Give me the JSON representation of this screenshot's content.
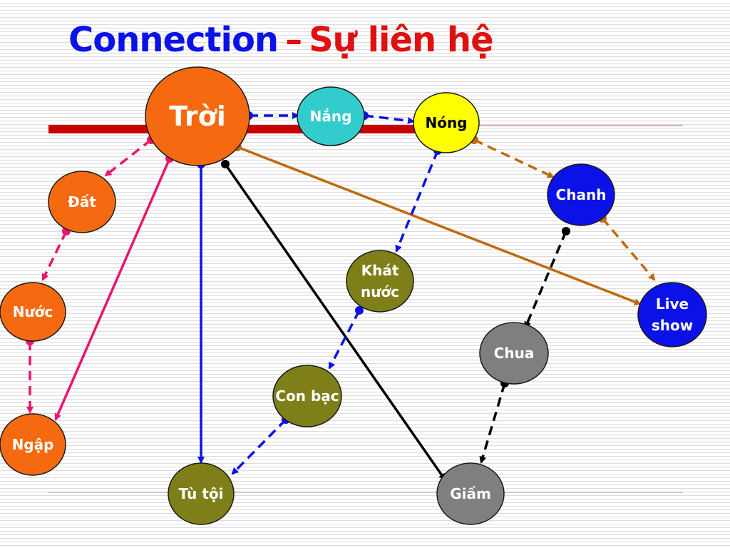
{
  "title": {
    "english": "Connection",
    "separator": "–",
    "vietnamese": "Sự liên hệ"
  },
  "nodes": [
    {
      "id": "troi",
      "lines": [
        "Trời"
      ],
      "fill": "#f56a10",
      "text": "#ffffff"
    },
    {
      "id": "nang",
      "lines": [
        "Nắng"
      ],
      "fill": "#33cccc",
      "text": "#ffffff"
    },
    {
      "id": "nong",
      "lines": [
        "Nóng"
      ],
      "fill": "#ffff00",
      "text": "#000000"
    },
    {
      "id": "dat",
      "lines": [
        "Đất"
      ],
      "fill": "#f56a10",
      "text": "#ffffff"
    },
    {
      "id": "chanh",
      "lines": [
        "Chanh"
      ],
      "fill": "#0b12e8",
      "text": "#ffffff"
    },
    {
      "id": "khat",
      "lines": [
        "Khát",
        "nước"
      ],
      "fill": "#7f7f1a",
      "text": "#ffffff"
    },
    {
      "id": "nuoc",
      "lines": [
        "Nước"
      ],
      "fill": "#f56a10",
      "text": "#ffffff"
    },
    {
      "id": "liveshow",
      "lines": [
        "Live",
        "show"
      ],
      "fill": "#0b12e8",
      "text": "#ffffff"
    },
    {
      "id": "chua",
      "lines": [
        "Chua"
      ],
      "fill": "#7f7f7f",
      "text": "#ffffff"
    },
    {
      "id": "conbac",
      "lines": [
        "Con bạc"
      ],
      "fill": "#7f7f1a",
      "text": "#ffffff"
    },
    {
      "id": "ngap",
      "lines": [
        "Ngập"
      ],
      "fill": "#f56a10",
      "text": "#ffffff"
    },
    {
      "id": "tutoi",
      "lines": [
        "Tù tội"
      ],
      "fill": "#7f7f1a",
      "text": "#ffffff"
    },
    {
      "id": "giam",
      "lines": [
        "Giấm"
      ],
      "fill": "#7f7f7f",
      "text": "#ffffff"
    }
  ],
  "edges": [
    {
      "from": "troi",
      "to": "nang",
      "color": "#0b12e8",
      "style": "dashed"
    },
    {
      "from": "nang",
      "to": "nong",
      "color": "#0b12e8",
      "style": "dashed"
    },
    {
      "from": "troi",
      "to": "dat",
      "color": "#e8156e",
      "style": "dashed"
    },
    {
      "from": "dat",
      "to": "nuoc",
      "color": "#e8156e",
      "style": "dashed"
    },
    {
      "from": "nuoc",
      "to": "ngap",
      "color": "#e8156e",
      "style": "dashed"
    },
    {
      "from": "troi",
      "to": "ngap",
      "color": "#e8156e",
      "style": "solid"
    },
    {
      "from": "troi",
      "to": "tutoi",
      "color": "#0b12e8",
      "style": "solid"
    },
    {
      "from": "troi",
      "to": "giam",
      "color": "#000000",
      "style": "solid"
    },
    {
      "from": "troi",
      "to": "liveshow",
      "color": "#c06a10",
      "style": "solid"
    },
    {
      "from": "nong",
      "to": "chanh",
      "color": "#c06a10",
      "style": "dashed"
    },
    {
      "from": "chanh",
      "to": "liveshow",
      "color": "#c06a10",
      "style": "dashed"
    },
    {
      "from": "nong",
      "to": "khat",
      "color": "#0b12e8",
      "style": "dashed"
    },
    {
      "from": "khat",
      "to": "conbac",
      "color": "#0b12e8",
      "style": "dashed"
    },
    {
      "from": "conbac",
      "to": "tutoi",
      "color": "#0b12e8",
      "style": "dashed"
    },
    {
      "from": "chanh",
      "to": "chua",
      "color": "#000000",
      "style": "dashed"
    },
    {
      "from": "chua",
      "to": "giam",
      "color": "#000000",
      "style": "dashed"
    }
  ],
  "decor": {
    "bar_color": "#c80000",
    "rule_color": "#c8a0a0"
  }
}
